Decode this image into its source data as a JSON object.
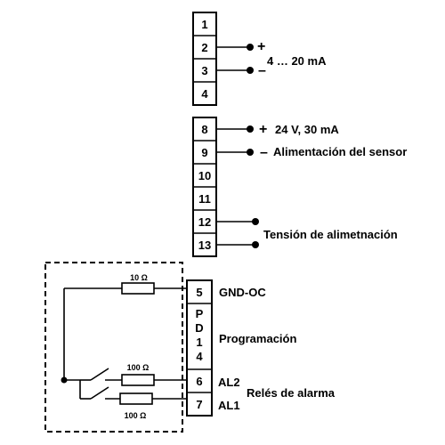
{
  "terminals_top": [
    "1",
    "2",
    "3",
    "4"
  ],
  "terminals_middle": [
    "8",
    "9",
    "10",
    "11",
    "12",
    "13"
  ],
  "terminals_bottom": {
    "t5": "5",
    "pd14": [
      "P",
      "D",
      "1",
      "4"
    ],
    "t6": "6",
    "t7": "7"
  },
  "signal": {
    "plus": "+",
    "minus": "–",
    "current": "4 … 20 mA"
  },
  "sensor": {
    "plus": "+",
    "supply": "24 V, 30 mA",
    "minus": "–",
    "label": "Alimentación del sensor"
  },
  "voltage_label": "Tensión de alimetnación",
  "gnd_label": "GND-OC",
  "programming_label": "Programación",
  "relay": {
    "al2": "AL2",
    "al1": "AL1",
    "label": "Relés de alarma"
  },
  "resistors": {
    "r_gnd": "10 Ω",
    "r_al2": "100 Ω",
    "r_al1": "100 Ω"
  }
}
